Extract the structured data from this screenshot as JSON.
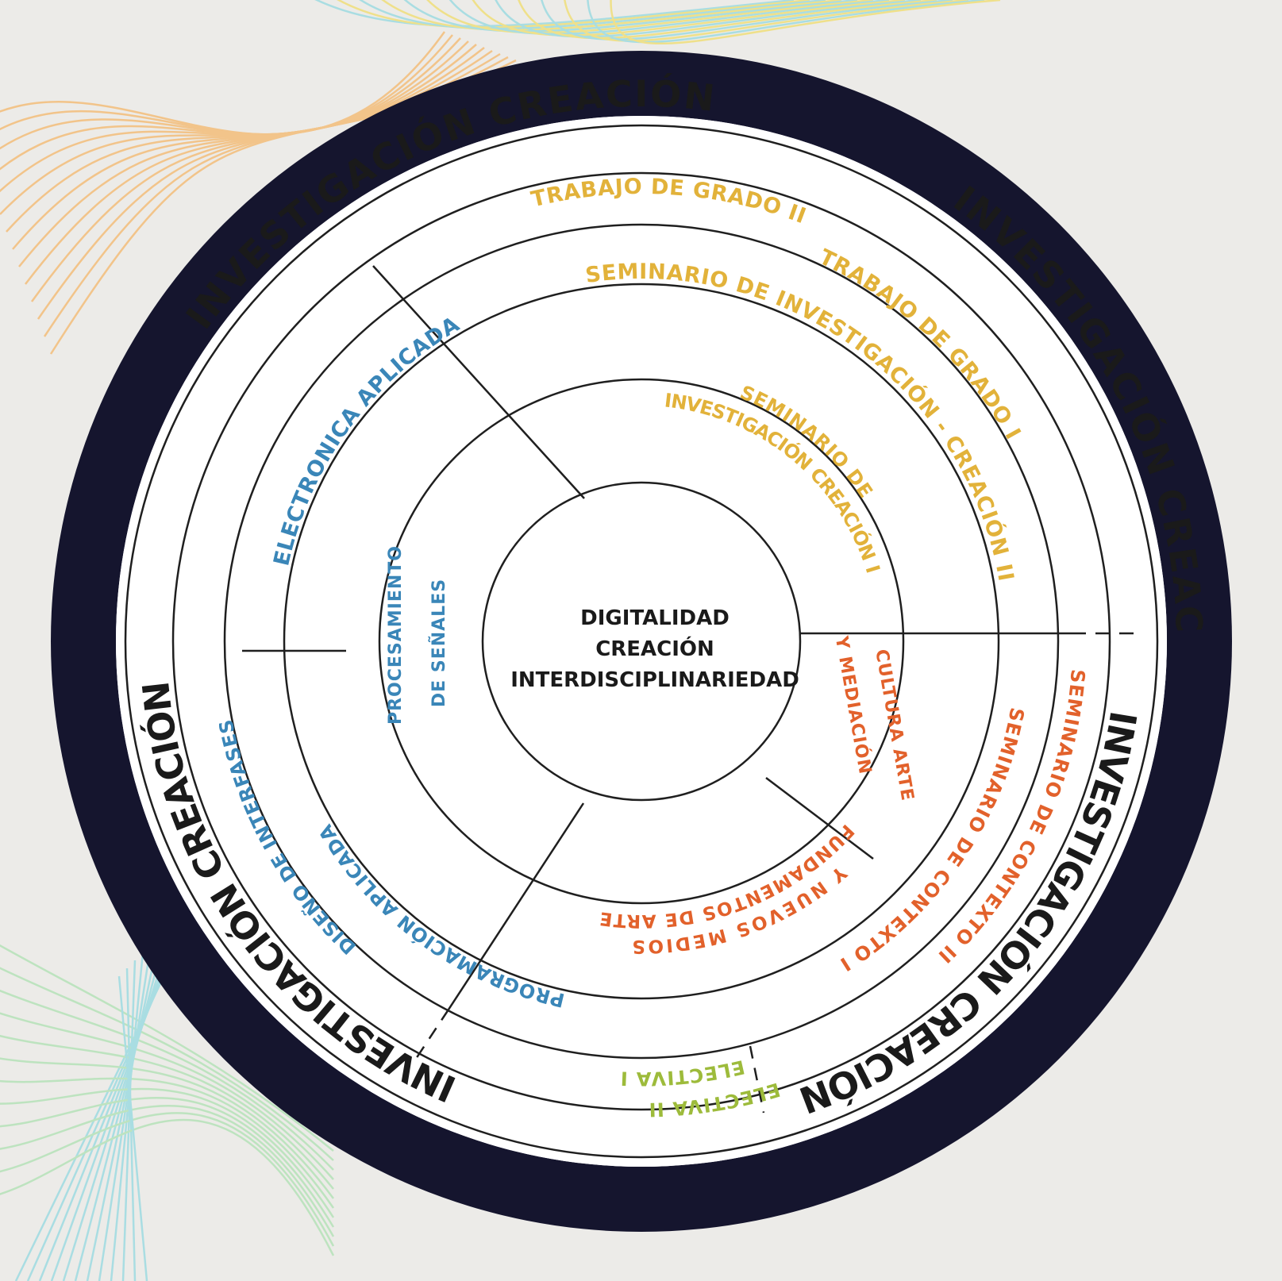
{
  "colors": {
    "background": "#ecebe8",
    "frame": "#15152e",
    "frame_text": "#1a1a1a",
    "blue": "#3a86b8",
    "yellow": "#e2b23a",
    "orange": "#e2612b",
    "green": "#9dbb3b",
    "line": "#1f1f1f",
    "deco_orange": "#f2c48a",
    "deco_yellow": "#efe08a",
    "deco_cyan": "#a9dde2",
    "deco_green": "#bde3bf"
  },
  "center": {
    "lines": [
      "DIGITALIDAD",
      "CREACIÓN",
      "INTERDISCIPLINARIEDAD"
    ]
  },
  "frame_labels": [
    "INVESTIGACIÓN CREACIÓN",
    "INVESTIGACIÓN CREACIÓN",
    "INVESTIGACIÓN CREACIÓN",
    "INVESTIGACIÓN CREACIÓN"
  ],
  "subjects": {
    "trabajo_grado_2": "TRABAJO DE GRADO II",
    "trabajo_grado_1": "TRABAJO DE GRADO I",
    "seminario_ic_2": "SEMINARIO DE  INVESTIGACIÓN - CREACIÓN  II",
    "seminario_ic_1_a": "SEMINARIO DE",
    "seminario_ic_1_b": "INVESTIGACIÓN CREACIÓN I",
    "electronica": "ELECTRONICA APLICADA",
    "diseno": "DISEÑO DE INTERFASES",
    "programacion": "PROGRAMACIÓN APLICADA",
    "procesamiento_a": "PROCESAMIENTO",
    "procesamiento_b": "DE SEÑALES",
    "cultura_a": "CULTURA ARTE",
    "cultura_b": "Y MEDIACIÓN",
    "fundamentos_a": "FUNDAMENTOS DE ARTE",
    "fundamentos_b": "Y NUEVOS MEDIOS",
    "contexto_1": "SEMINARIO DE CONTEXTO I",
    "contexto_2": "SEMINARIO DE CONTEXTO II",
    "electiva_1": "ELECTIVA I",
    "electiva_2": "ELECTIVA II"
  }
}
